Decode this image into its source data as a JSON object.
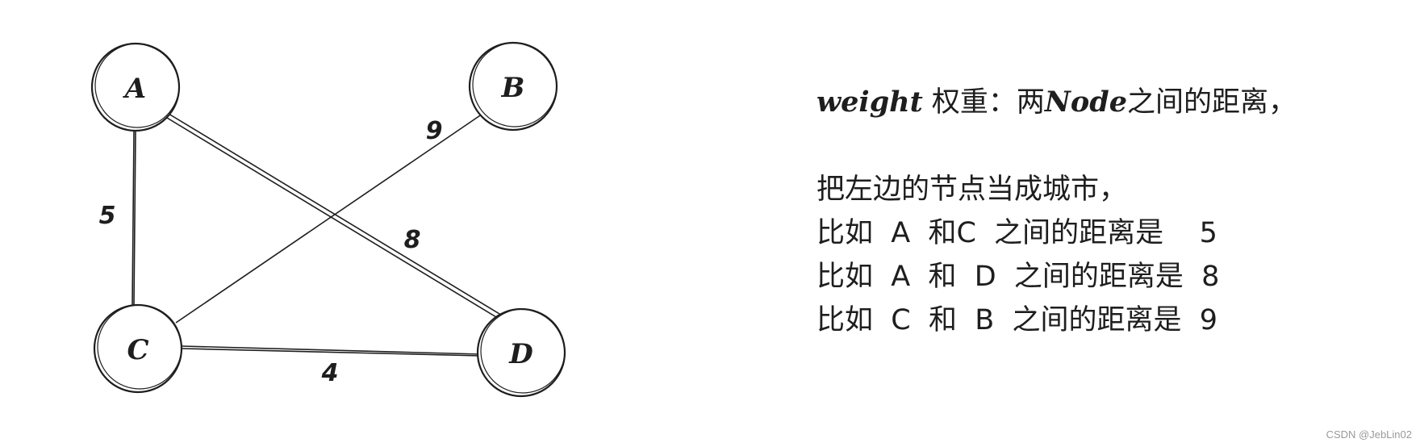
{
  "diagram": {
    "nodes": [
      {
        "id": "A",
        "label": "A"
      },
      {
        "id": "B",
        "label": "B"
      },
      {
        "id": "C",
        "label": "C"
      },
      {
        "id": "D",
        "label": "D"
      }
    ],
    "edges": [
      {
        "from": "A",
        "to": "C",
        "weight": "5"
      },
      {
        "from": "A",
        "to": "D",
        "weight": "8"
      },
      {
        "from": "B",
        "to": "C",
        "weight": "9"
      },
      {
        "from": "C",
        "to": "D",
        "weight": "4"
      }
    ]
  },
  "notes": {
    "line1_term": "weight",
    "line1_text_a": " 权重：两",
    "line1_node": "Node",
    "line1_text_b": "之间的距离，",
    "line2": "把左边的节点当成城市，",
    "line3": "比如  A  和C  之间的距离是    5",
    "line4": "比如  A  和  D  之间的距离是  8",
    "line5": "比如  C  和  B  之间的距离是  9"
  },
  "watermark": "CSDN @JebLin02"
}
